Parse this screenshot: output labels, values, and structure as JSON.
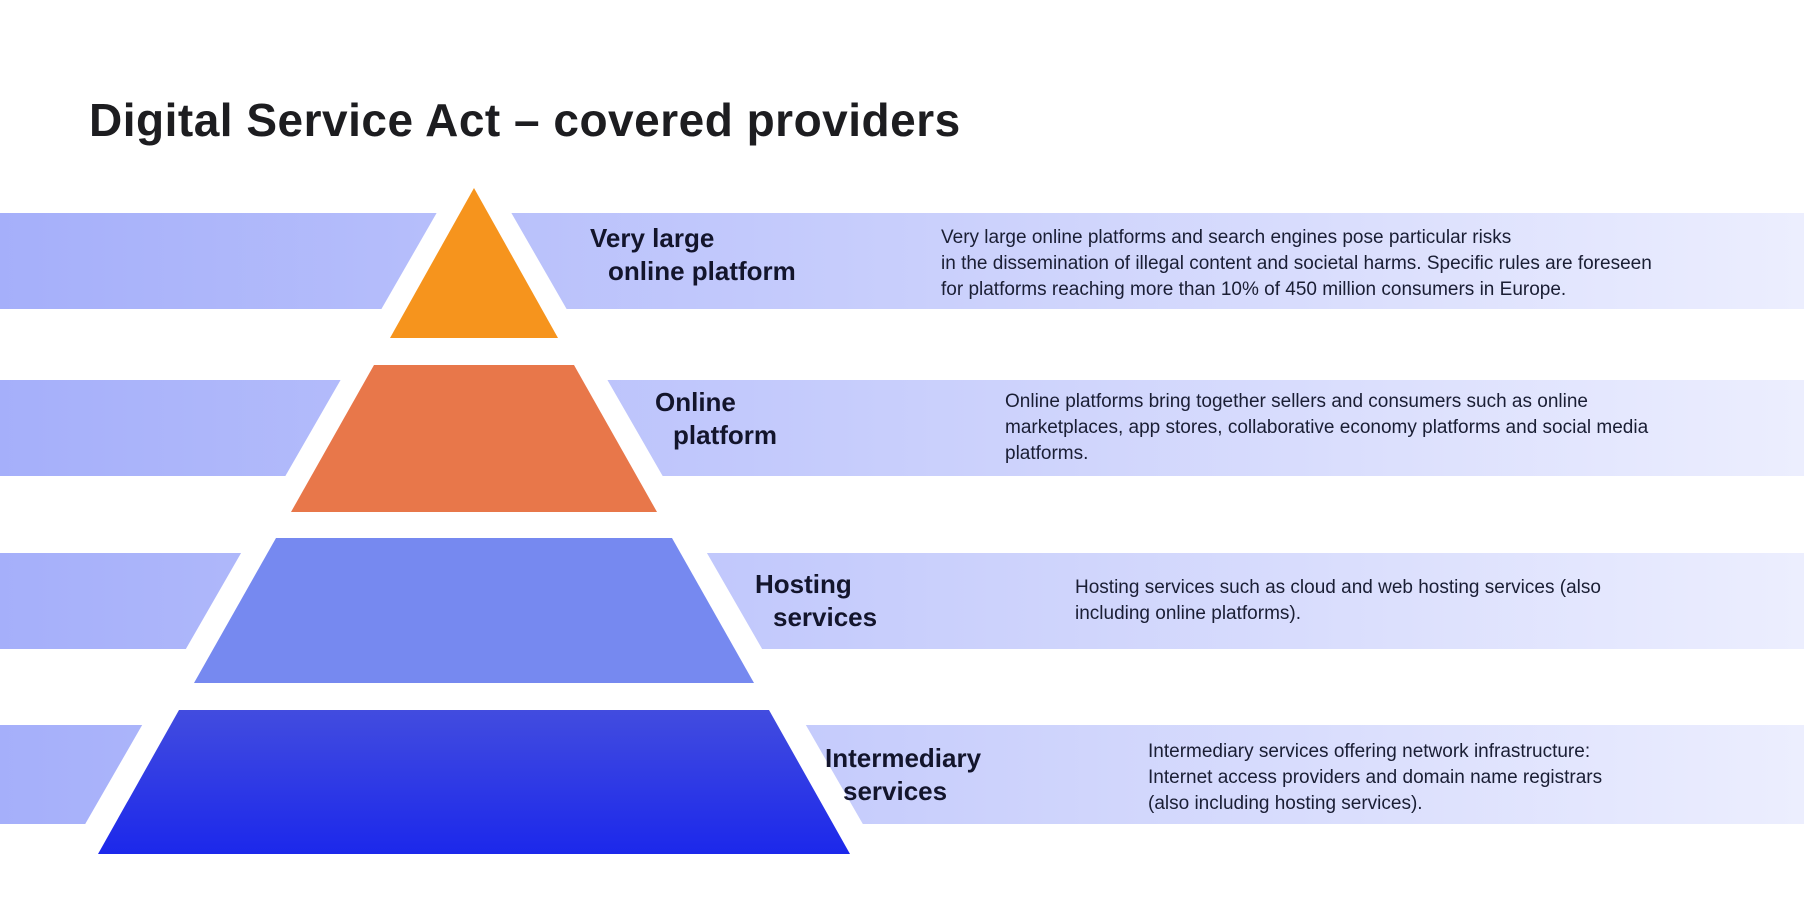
{
  "title": "Digital Service Act – covered providers",
  "colors": {
    "title_text": "#1d1d20",
    "label_text": "#13152c",
    "desc_text": "#1a1e34",
    "band_left": "#a5affa",
    "band_right": "#eceefe",
    "halo": "#ffffff",
    "segment_very_large": "#f6941d",
    "segment_online_platform": "#e8774a",
    "segment_hosting": "#7689f0",
    "segment_intermediary_top": "#424cdf",
    "segment_intermediary_bottom": "#1c28eb"
  },
  "layers": [
    {
      "label_lines": [
        "Very large",
        "online platform"
      ],
      "description": "Very large online platforms and search engines pose particular risks\nin the dissemination of illegal content and societal harms. Specific rules are foreseen\nfor platforms reaching more than 10% of 450 million consumers in Europe."
    },
    {
      "label_lines": [
        "Online",
        "platform"
      ],
      "description": "Online platforms bring together sellers and consumers such as online\nmarketplaces, app stores, collaborative economy platforms and social media\nplatforms."
    },
    {
      "label_lines": [
        "Hosting",
        "services"
      ],
      "description": "Hosting services such as cloud and web hosting services (also\nincluding online platforms)."
    },
    {
      "label_lines": [
        "Intermediary",
        "services"
      ],
      "description": "Intermediary services offering network infrastructure:\nInternet access providers and domain name registrars\n(also including hosting services)."
    }
  ]
}
